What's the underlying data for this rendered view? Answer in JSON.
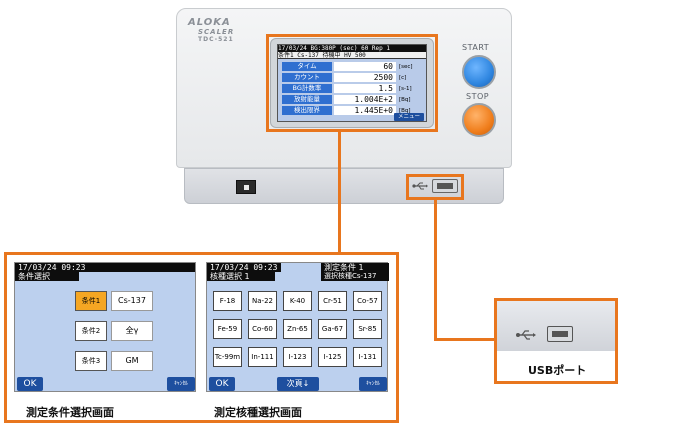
{
  "device": {
    "brand": "ALOKA",
    "model_line1": "SCALER",
    "model_line2": "TDC-521",
    "start_label": "START",
    "stop_label": "STOP",
    "power_switch_icon": "power-switch",
    "usb_icon": "usb-icon"
  },
  "main_screen": {
    "status_line1": "17/03/24 BG:380P (sec)   60   Rep   1",
    "status_line2": "条件1  Cs-137  待機中 HV 500",
    "rows": [
      {
        "label": "タイム",
        "value": "60",
        "unit": "[sec]"
      },
      {
        "label": "カウント",
        "value": "2500",
        "unit": "[c]"
      },
      {
        "label": "BG計数率",
        "value": "1.5",
        "unit": "[s-1]"
      },
      {
        "label": "放射能量",
        "value": "1.004E+2",
        "unit": "[Bq]"
      },
      {
        "label": "検出限界",
        "value": "1.445E+0",
        "unit": "[Bq]"
      }
    ],
    "menu_label": "メニュー"
  },
  "condition_screen": {
    "datetime": "17/03/24 09:23",
    "title": "条件選択",
    "conditions": [
      {
        "label": "条件1",
        "value": "Cs-137",
        "selected": true
      },
      {
        "label": "条件2",
        "value": "全γ",
        "selected": false
      },
      {
        "label": "条件3",
        "value": "GM",
        "selected": false
      }
    ],
    "ok_label": "OK",
    "cancel_label": "ｷｬﾝｾﾙ",
    "caption": "測定条件選択画面"
  },
  "nuclide_screen": {
    "datetime": "17/03/24 09:23",
    "title": "核種選択 1",
    "right_line1": "測定条件 1",
    "right_line2": "選択核種Cs-137",
    "nuclides": [
      "F-18",
      "Na-22",
      "K-40",
      "Cr-51",
      "Co-57",
      "Fe-59",
      "Co-60",
      "Zn-65",
      "Ga-67",
      "Sr-85",
      "Tc-99m",
      "In-111",
      "I-123",
      "I-125",
      "I-131"
    ],
    "ok_label": "OK",
    "next_label": "次頁↓",
    "cancel_label": "ｷｬﾝｾﾙ",
    "caption": "測定核種選択画面"
  },
  "usb_callout": {
    "caption": "USBポート"
  },
  "colors": {
    "accent_orange": "#e8761e",
    "start_blue": "#2f86e0",
    "stop_orange": "#f07e1c",
    "lcd_blue": "#2f6fd0",
    "selected_orange": "#f5a623"
  }
}
